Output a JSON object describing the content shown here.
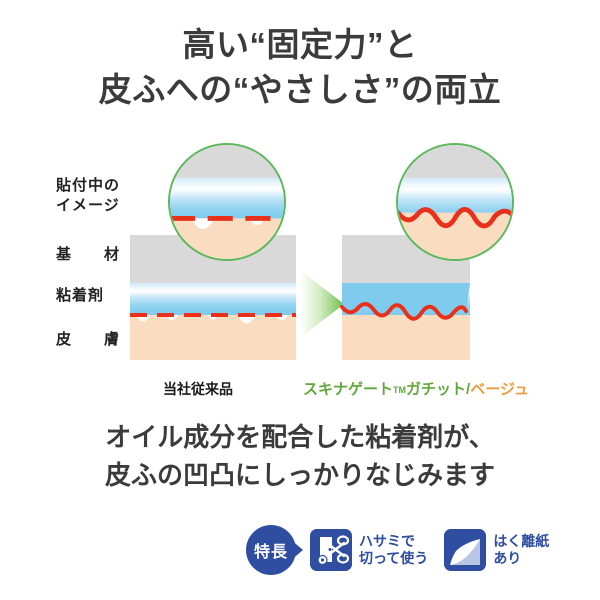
{
  "headline": {
    "line1": "高い“固定力”と",
    "line2": "皮ふへの“やさしさ”の両立"
  },
  "diagram": {
    "row_labels": {
      "image_line1": "貼付中の",
      "image_line2": "イメージ",
      "base": "基　材",
      "adhesive": "粘着剤",
      "skin": "皮　膚"
    },
    "left_caption": "当社従来品",
    "right_caption": {
      "brand": "スキナゲート",
      "tm": "TM",
      "product": "ガチット/",
      "variant": "ベージュ"
    },
    "arrow_icon": "right-arrow-icon",
    "colors": {
      "base_layer": "#d9d9d9",
      "adhesive_layer": "#7ecbee",
      "skin_layer": "#fadcc0",
      "contact_line": "#e8301b",
      "magnifier_border": "#5cb85c",
      "arrow": "#8cc63f",
      "brand_green": "#5fa83c",
      "variant_orange": "#ef9a3d"
    },
    "left_contact_style": "dashed-with-gaps",
    "right_contact_style": "continuous-wavy"
  },
  "subheadline": {
    "line1": "オイル成分を配合した粘着剤が、",
    "line2": "皮ふの凹凸にしっかりなじみます"
  },
  "features": {
    "badge_label": "特長",
    "badge_color": "#2f4ea1",
    "items": [
      {
        "icon": "scissors-icon",
        "label_line1": "ハサミで",
        "label_line2": "切って使う"
      },
      {
        "icon": "release-paper-icon",
        "label_line1": "はく離紙",
        "label_line2": "あり"
      }
    ]
  }
}
